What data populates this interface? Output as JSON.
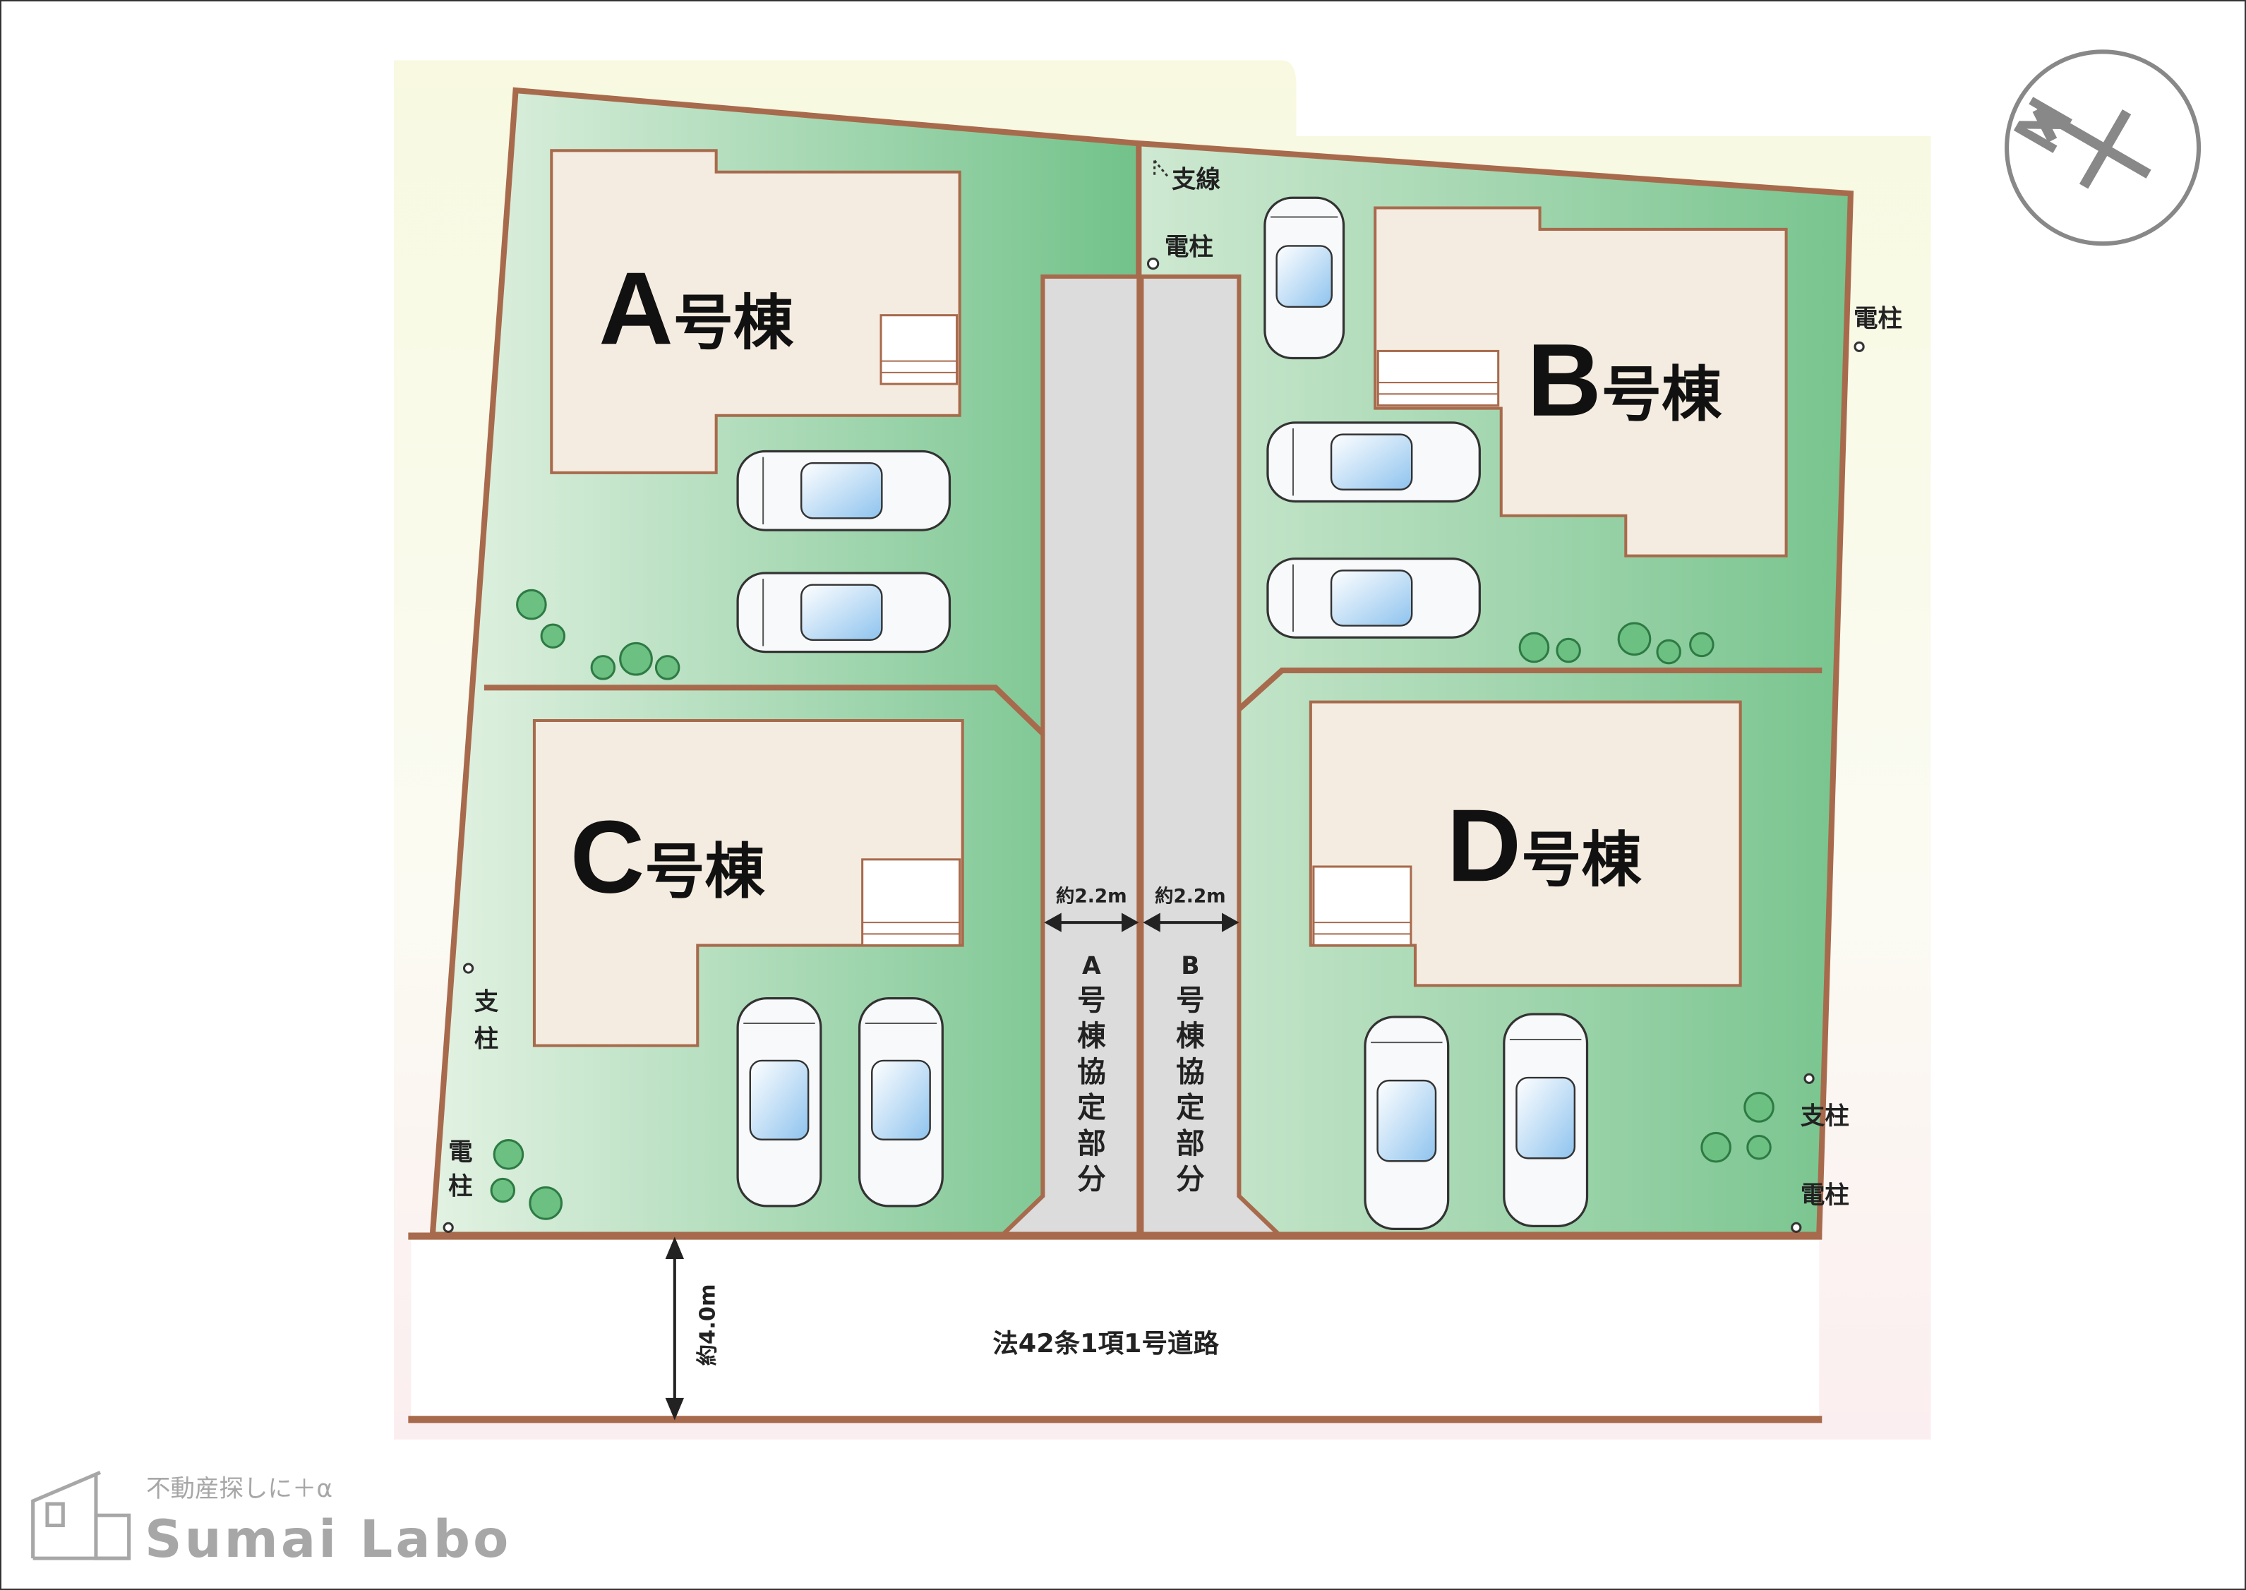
{
  "plots": [
    {
      "letter": "A",
      "suffix": "号棟"
    },
    {
      "letter": "B",
      "suffix": "号棟"
    },
    {
      "letter": "C",
      "suffix": "号棟"
    },
    {
      "letter": "D",
      "suffix": "号棟"
    }
  ],
  "driveways": [
    {
      "width": "約2.2m",
      "label": [
        "A",
        "号",
        "棟",
        "協",
        "定",
        "部",
        "分"
      ]
    },
    {
      "width": "約2.2m",
      "label": [
        "B",
        "号",
        "棟",
        "協",
        "定",
        "部",
        "分"
      ]
    }
  ],
  "road": {
    "label": "法42条1項1号道路",
    "width": "約4.0m"
  },
  "markers": {
    "guy_wire": "支線",
    "pole": "電柱",
    "support": "支柱"
  },
  "compass": {
    "label": "N"
  },
  "logo": {
    "tagline": "不動産探しに＋α",
    "name": "Sumai Labo"
  },
  "colors": {
    "lot_green": "#7cc591",
    "lot_light": "#d6ecd6",
    "border": "#a86a4c",
    "house": "#f4ece0",
    "driveway": "#dcdcdc"
  }
}
